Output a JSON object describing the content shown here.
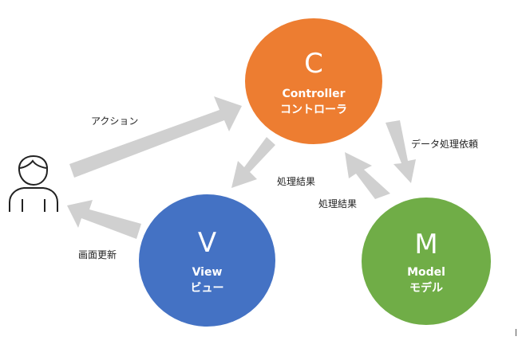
{
  "controller": {
    "letter": "C",
    "name_en": "Controller",
    "name_ja": "コントローラ",
    "color": "#ed7d31"
  },
  "view": {
    "letter": "V",
    "name_en": "View",
    "name_ja": "ビュー",
    "color": "#4472c4"
  },
  "model": {
    "letter": "M",
    "name_en": "Model",
    "name_ja": "モデル",
    "color": "#70ad47"
  },
  "arrows": {
    "action": "アクション",
    "controller_to_view": "処理結果",
    "data_request": "データ処理依頼",
    "model_to_controller": "処理結果",
    "screen_update": "画面更新"
  },
  "arrow_color": "#d0d0d0",
  "user": {
    "icon": "person-icon"
  }
}
